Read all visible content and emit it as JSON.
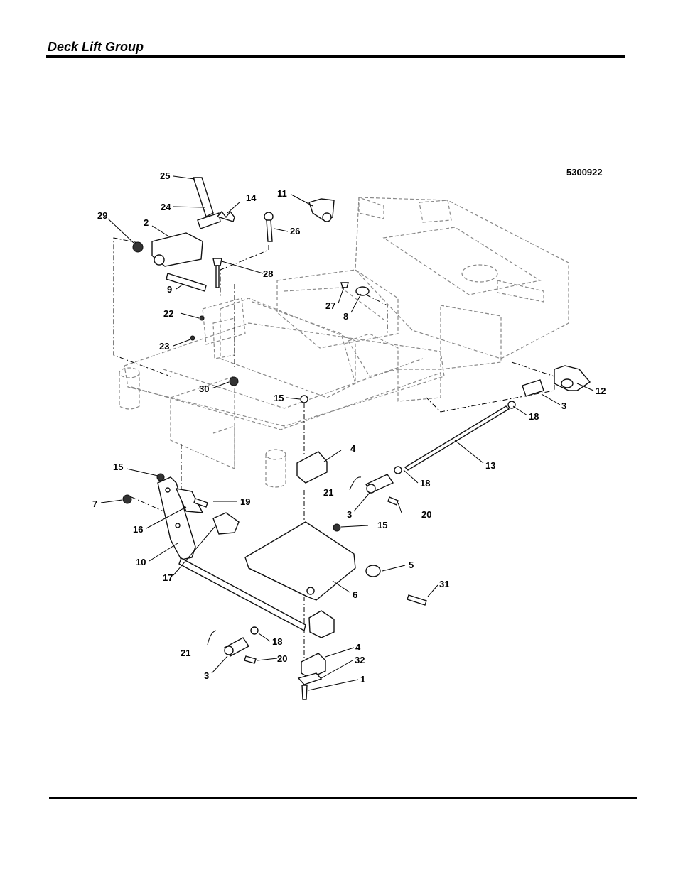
{
  "header": {
    "title": "Deck Lift Group"
  },
  "diagram": {
    "drawing_number": "5300922",
    "callouts": [
      {
        "id": "c25",
        "label": "25"
      },
      {
        "id": "c24",
        "label": "24"
      },
      {
        "id": "c14",
        "label": "14"
      },
      {
        "id": "c11",
        "label": "11"
      },
      {
        "id": "c29",
        "label": "29"
      },
      {
        "id": "c2",
        "label": "2"
      },
      {
        "id": "c26",
        "label": "26"
      },
      {
        "id": "c28",
        "label": "28"
      },
      {
        "id": "c9",
        "label": "9"
      },
      {
        "id": "c27",
        "label": "27"
      },
      {
        "id": "c8",
        "label": "8"
      },
      {
        "id": "c22",
        "label": "22"
      },
      {
        "id": "c23",
        "label": "23"
      },
      {
        "id": "c30",
        "label": "30"
      },
      {
        "id": "c15a",
        "label": "15"
      },
      {
        "id": "c12",
        "label": "12"
      },
      {
        "id": "c3a",
        "label": "3"
      },
      {
        "id": "c18a",
        "label": "18"
      },
      {
        "id": "c13",
        "label": "13"
      },
      {
        "id": "c4a",
        "label": "4"
      },
      {
        "id": "c15b",
        "label": "15"
      },
      {
        "id": "c18b",
        "label": "18"
      },
      {
        "id": "c21a",
        "label": "21"
      },
      {
        "id": "c7",
        "label": "7"
      },
      {
        "id": "c19",
        "label": "19"
      },
      {
        "id": "c3b",
        "label": "3"
      },
      {
        "id": "c20a",
        "label": "20"
      },
      {
        "id": "c16",
        "label": "16"
      },
      {
        "id": "c15c",
        "label": "15"
      },
      {
        "id": "c10",
        "label": "10"
      },
      {
        "id": "c5",
        "label": "5"
      },
      {
        "id": "c17",
        "label": "17"
      },
      {
        "id": "c6",
        "label": "6"
      },
      {
        "id": "c31",
        "label": "31"
      },
      {
        "id": "c21b",
        "label": "21"
      },
      {
        "id": "c18c",
        "label": "18"
      },
      {
        "id": "c4b",
        "label": "4"
      },
      {
        "id": "c20b",
        "label": "20"
      },
      {
        "id": "c32",
        "label": "32"
      },
      {
        "id": "c3c",
        "label": "3"
      },
      {
        "id": "c1",
        "label": "1"
      }
    ]
  }
}
